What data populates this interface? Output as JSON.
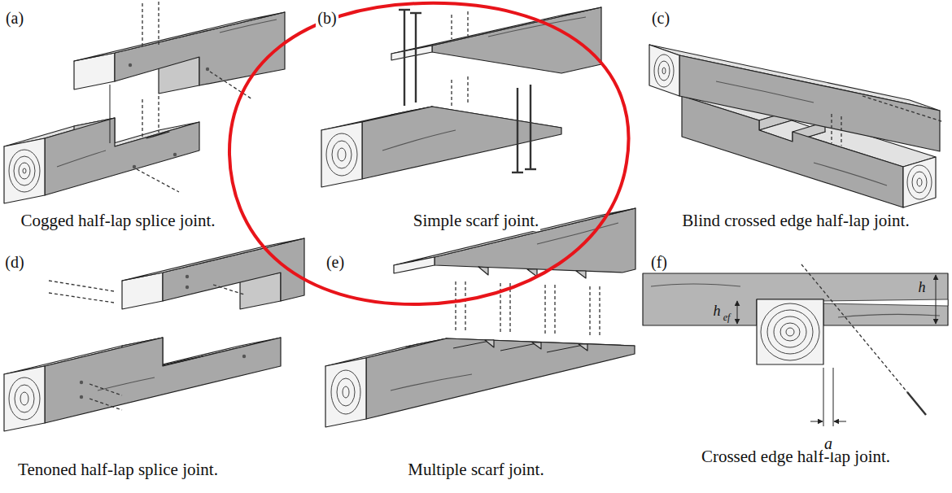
{
  "diagram": {
    "labels": [
      "(a)",
      "Cogged half-lap splice joint.",
      "(b)",
      "Simple scarf joint.",
      "(c)",
      "Blind crossed edge half-lap joint.",
      "(d)",
      "Tenoned half-lap splice joint.",
      "(e)",
      "Multiple scarf joint.",
      "(f)",
      "Crossed edge half-lap joint.",
      "h",
      "ef",
      "h",
      "a"
    ]
  }
}
